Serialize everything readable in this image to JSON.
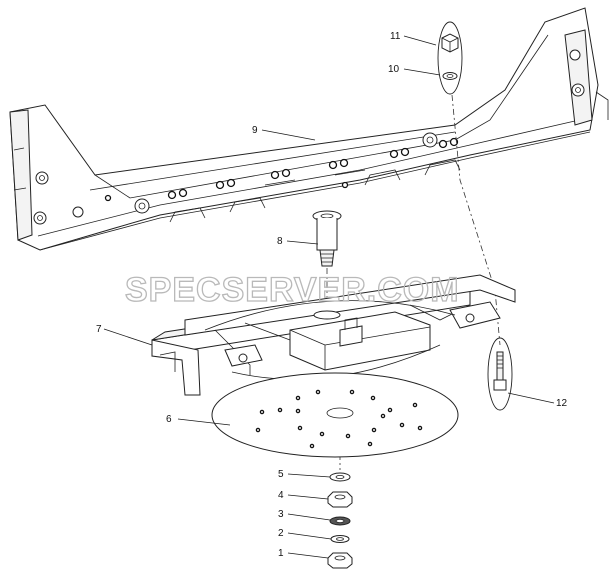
{
  "watermark": "SPECSERVER.COM",
  "callouts": [
    {
      "id": "1",
      "label": "1"
    },
    {
      "id": "2",
      "label": "2"
    },
    {
      "id": "3",
      "label": "3"
    },
    {
      "id": "4",
      "label": "4"
    },
    {
      "id": "5",
      "label": "5"
    },
    {
      "id": "6",
      "label": "6"
    },
    {
      "id": "7",
      "label": "7"
    },
    {
      "id": "8",
      "label": "8"
    },
    {
      "id": "9",
      "label": "9"
    },
    {
      "id": "10",
      "label": "10"
    },
    {
      "id": "11",
      "label": "11"
    },
    {
      "id": "12",
      "label": "12"
    }
  ],
  "colors": {
    "line": "#222222",
    "watermark": "#b9b9b9",
    "leader_blue": "#2255aa"
  }
}
